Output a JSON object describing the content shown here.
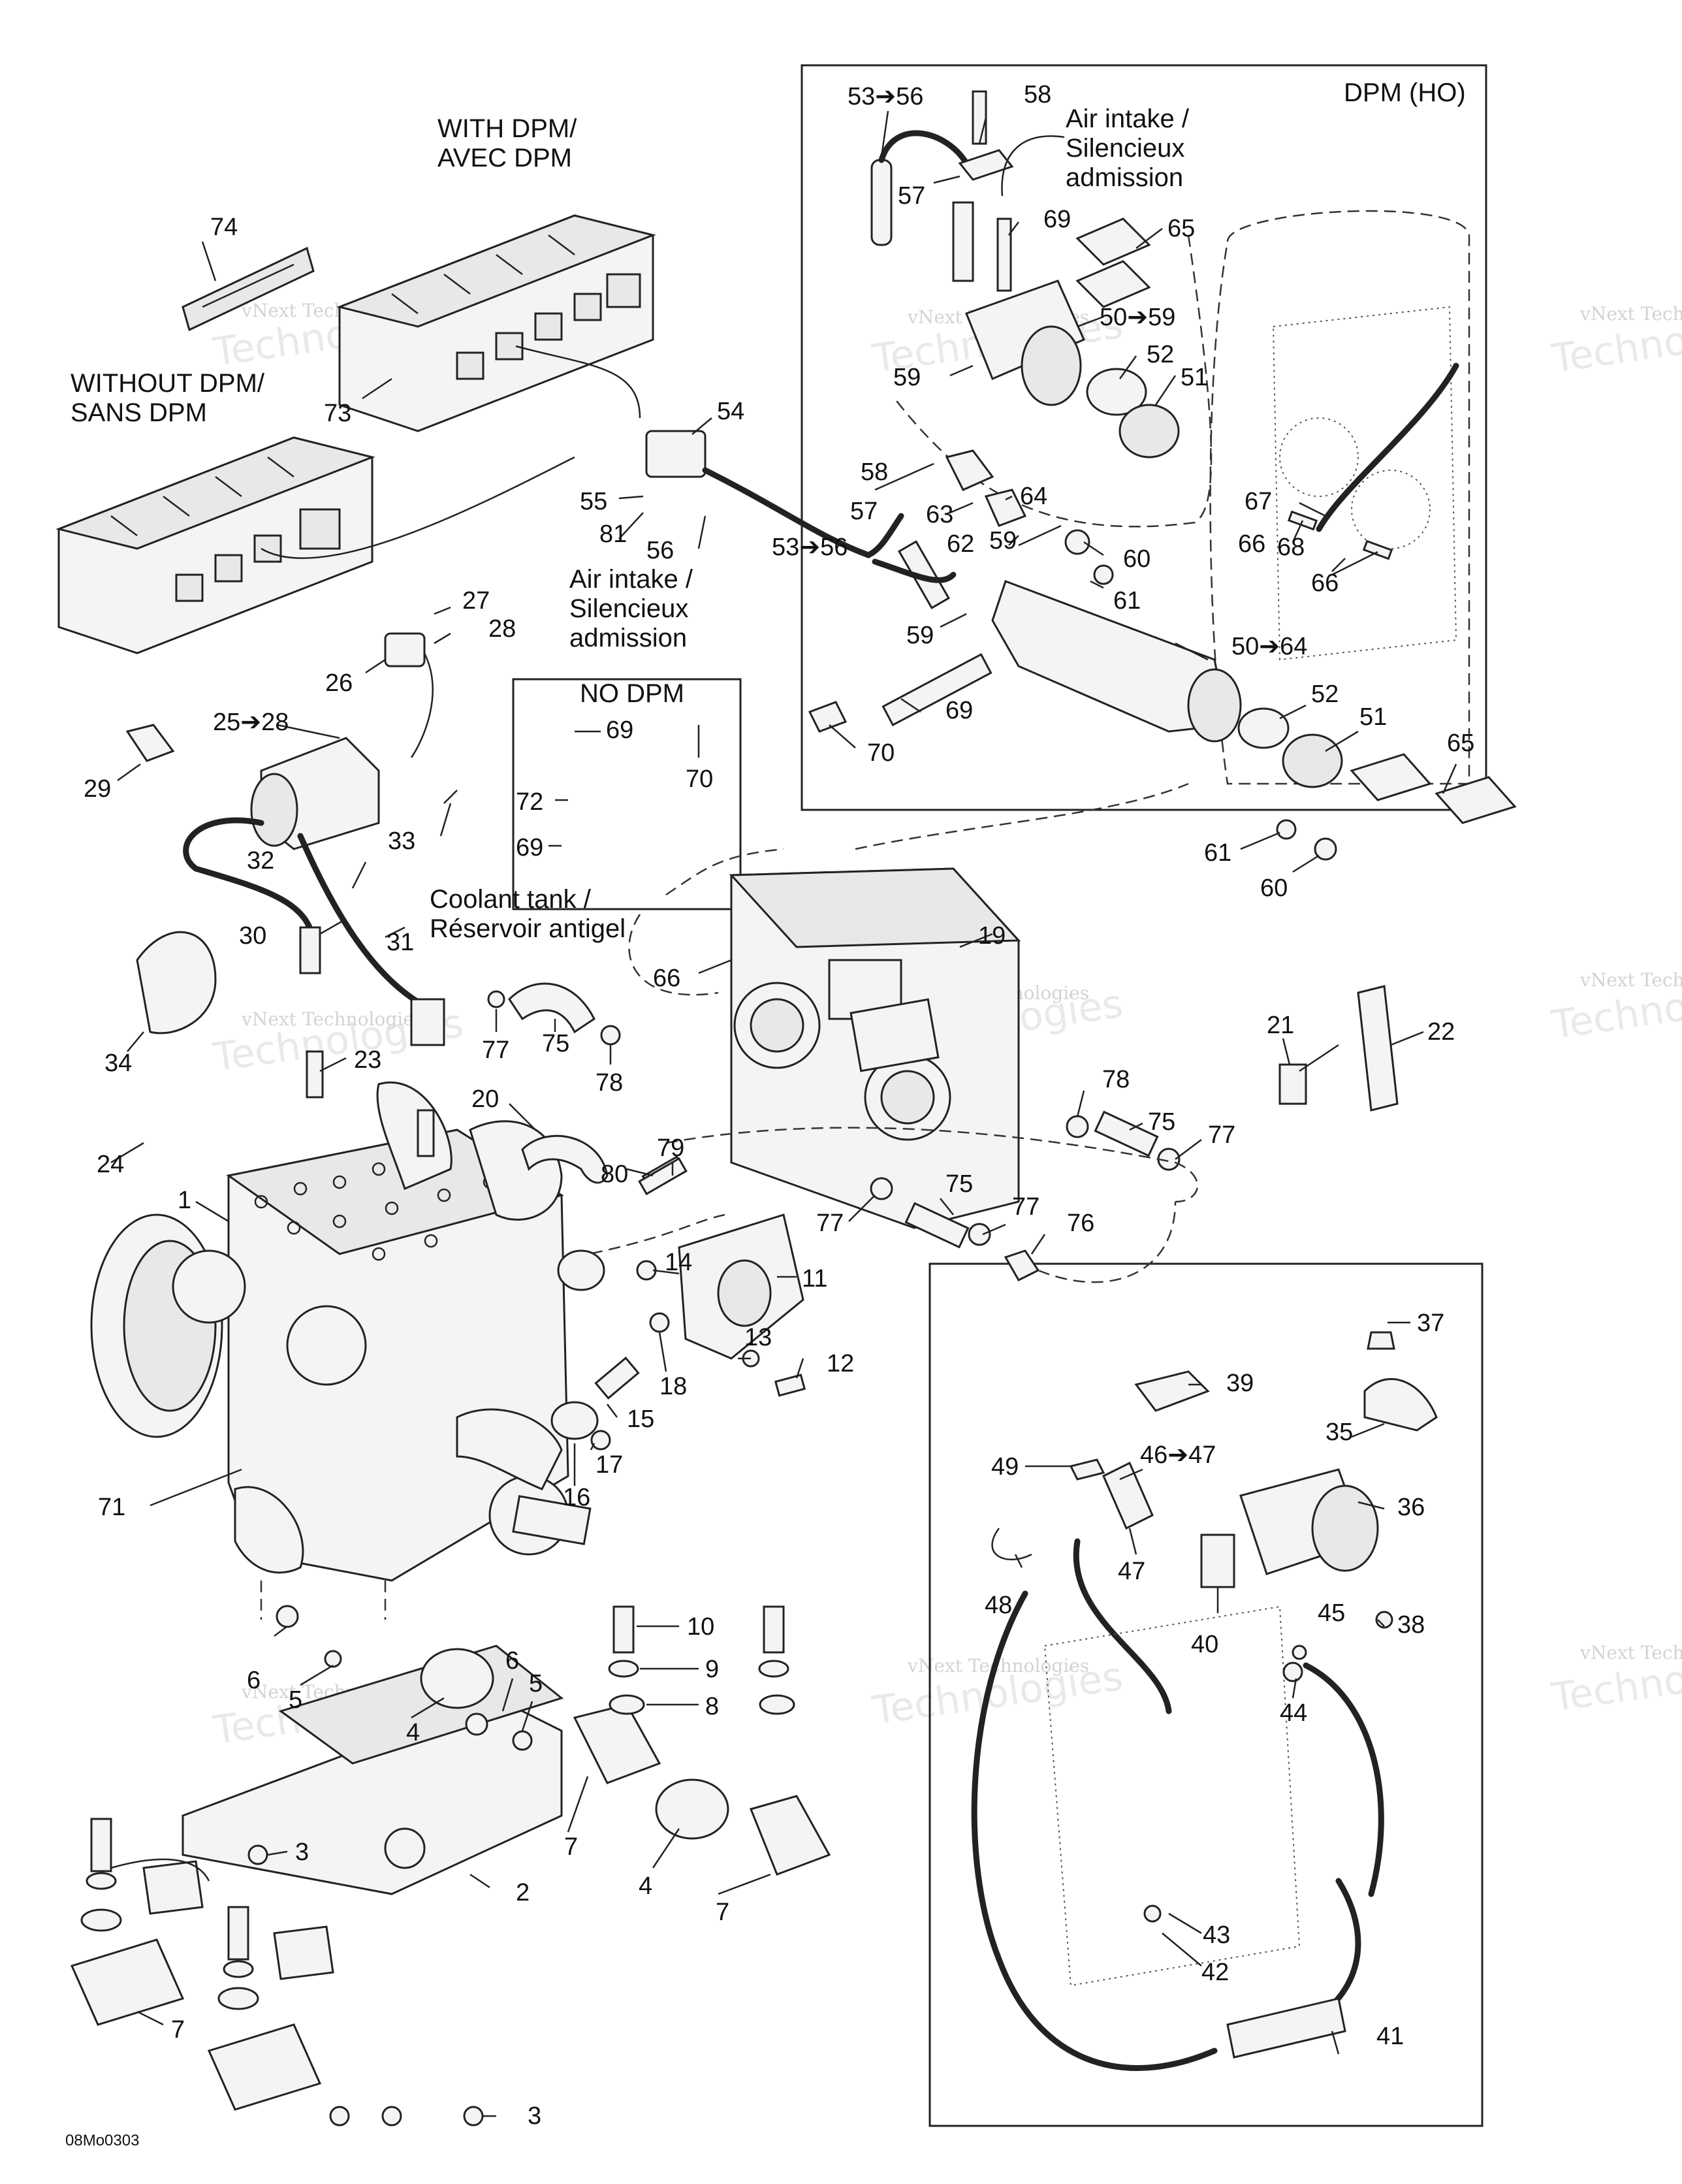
{
  "titles": {
    "dpm_ho": "DPM (HO)",
    "with_dpm_1": "WITH DPM/",
    "with_dpm_2": "AVEC DPM",
    "without_dpm_1": "WITHOUT DPM/",
    "without_dpm_2": "SANS DPM",
    "air_intake_top_1": "Air intake /",
    "air_intake_top_2": "Silencieux",
    "air_intake_top_3": "admission",
    "air_intake_mid_1": "Air intake /",
    "air_intake_mid_2": "Silencieux",
    "air_intake_mid_3": "admission",
    "no_dpm": "NO DPM",
    "coolant_1": "Coolant tank /",
    "coolant_2": "Réservoir antigel",
    "diagram_code": "08Mo0303"
  },
  "watermark": {
    "line1": "vNext Technologies",
    "line2": "Technologies"
  },
  "labels": [
    {
      "id": "l-53-56-top",
      "text": "53➔56"
    },
    {
      "id": "l-58-top",
      "text": "58"
    },
    {
      "id": "l-57-top",
      "text": "57"
    },
    {
      "id": "l-69-top",
      "text": "69"
    },
    {
      "id": "l-65-top",
      "text": "65"
    },
    {
      "id": "l-50-59",
      "text": "50➔59"
    },
    {
      "id": "l-52-top",
      "text": "52"
    },
    {
      "id": "l-51-top",
      "text": "51"
    },
    {
      "id": "l-59-top",
      "text": "59"
    },
    {
      "id": "l-67",
      "text": "67"
    },
    {
      "id": "l-66-a",
      "text": "66"
    },
    {
      "id": "l-68",
      "text": "68"
    },
    {
      "id": "l-66-b",
      "text": "66"
    },
    {
      "id": "l-74",
      "text": "74"
    },
    {
      "id": "l-73",
      "text": "73"
    },
    {
      "id": "l-54",
      "text": "54"
    },
    {
      "id": "l-55",
      "text": "55"
    },
    {
      "id": "l-81",
      "text": "81"
    },
    {
      "id": "l-56",
      "text": "56"
    },
    {
      "id": "l-58-mid",
      "text": "58"
    },
    {
      "id": "l-57-mid",
      "text": "57"
    },
    {
      "id": "l-64",
      "text": "64"
    },
    {
      "id": "l-63",
      "text": "63"
    },
    {
      "id": "l-59-mid",
      "text": "59"
    },
    {
      "id": "l-62",
      "text": "62"
    },
    {
      "id": "l-60-top",
      "text": "60"
    },
    {
      "id": "l-53-56-mid",
      "text": "53➔56"
    },
    {
      "id": "l-61-top",
      "text": "61"
    },
    {
      "id": "l-27",
      "text": "27"
    },
    {
      "id": "l-28",
      "text": "28"
    },
    {
      "id": "l-26",
      "text": "26"
    },
    {
      "id": "l-59-low",
      "text": "59"
    },
    {
      "id": "l-50-64",
      "text": "50➔64"
    },
    {
      "id": "l-52-mid",
      "text": "52"
    },
    {
      "id": "l-51-mid",
      "text": "51"
    },
    {
      "id": "l-65-mid",
      "text": "65"
    },
    {
      "id": "l-69-mid",
      "text": "69"
    },
    {
      "id": "l-70",
      "text": "70"
    },
    {
      "id": "l-25-28",
      "text": "25➔28"
    },
    {
      "id": "l-69-nodpm-a",
      "text": "69"
    },
    {
      "id": "l-70-nodpm",
      "text": "70"
    },
    {
      "id": "l-72",
      "text": "72"
    },
    {
      "id": "l-69-nodpm-b",
      "text": "69"
    },
    {
      "id": "l-29",
      "text": "29"
    },
    {
      "id": "l-33",
      "text": "33"
    },
    {
      "id": "l-32",
      "text": "32"
    },
    {
      "id": "l-61-mid",
      "text": "61"
    },
    {
      "id": "l-60-mid",
      "text": "60"
    },
    {
      "id": "l-30",
      "text": "30"
    },
    {
      "id": "l-31",
      "text": "31"
    },
    {
      "id": "l-66-mid",
      "text": "66"
    },
    {
      "id": "l-19",
      "text": "19"
    },
    {
      "id": "l-34",
      "text": "34"
    },
    {
      "id": "l-77-a",
      "text": "77"
    },
    {
      "id": "l-75-a",
      "text": "75"
    },
    {
      "id": "l-78-a",
      "text": "78"
    },
    {
      "id": "l-21",
      "text": "21"
    },
    {
      "id": "l-22",
      "text": "22"
    },
    {
      "id": "l-23",
      "text": "23"
    },
    {
      "id": "l-20",
      "text": "20"
    },
    {
      "id": "l-78-b",
      "text": "78"
    },
    {
      "id": "l-75-b",
      "text": "75"
    },
    {
      "id": "l-77-b",
      "text": "77"
    },
    {
      "id": "l-24",
      "text": "24"
    },
    {
      "id": "l-79",
      "text": "79"
    },
    {
      "id": "l-80",
      "text": "80"
    },
    {
      "id": "l-1",
      "text": "1"
    },
    {
      "id": "l-75-c",
      "text": "75"
    },
    {
      "id": "l-77-c",
      "text": "77"
    },
    {
      "id": "l-77-d",
      "text": "77"
    },
    {
      "id": "l-76",
      "text": "76"
    },
    {
      "id": "l-14",
      "text": "14"
    },
    {
      "id": "l-11",
      "text": "11"
    },
    {
      "id": "l-37",
      "text": "37"
    },
    {
      "id": "l-13",
      "text": "13"
    },
    {
      "id": "l-12",
      "text": "12"
    },
    {
      "id": "l-18",
      "text": "18"
    },
    {
      "id": "l-39",
      "text": "39"
    },
    {
      "id": "l-15",
      "text": "15"
    },
    {
      "id": "l-35",
      "text": "35"
    },
    {
      "id": "l-17",
      "text": "17"
    },
    {
      "id": "l-49",
      "text": "49"
    },
    {
      "id": "l-46-47",
      "text": "46➔47"
    },
    {
      "id": "l-16",
      "text": "16"
    },
    {
      "id": "l-36",
      "text": "36"
    },
    {
      "id": "l-71",
      "text": "71"
    },
    {
      "id": "l-47",
      "text": "47"
    },
    {
      "id": "l-48",
      "text": "48"
    },
    {
      "id": "l-40",
      "text": "40"
    },
    {
      "id": "l-45",
      "text": "45"
    },
    {
      "id": "l-38",
      "text": "38"
    },
    {
      "id": "l-10",
      "text": "10"
    },
    {
      "id": "l-9",
      "text": "9"
    },
    {
      "id": "l-6-a",
      "text": "6"
    },
    {
      "id": "l-6-b",
      "text": "6"
    },
    {
      "id": "l-5-a",
      "text": "5"
    },
    {
      "id": "l-5-b",
      "text": "5"
    },
    {
      "id": "l-8",
      "text": "8"
    },
    {
      "id": "l-44",
      "text": "44"
    },
    {
      "id": "l-4-a",
      "text": "4"
    },
    {
      "id": "l-7-a",
      "text": "7"
    },
    {
      "id": "l-3-a",
      "text": "3"
    },
    {
      "id": "l-2",
      "text": "2"
    },
    {
      "id": "l-4-b",
      "text": "4"
    },
    {
      "id": "l-7-b",
      "text": "7"
    },
    {
      "id": "l-43",
      "text": "43"
    },
    {
      "id": "l-42",
      "text": "42"
    },
    {
      "id": "l-7-c",
      "text": "7"
    },
    {
      "id": "l-41",
      "text": "41"
    },
    {
      "id": "l-3-b",
      "text": "3"
    }
  ]
}
